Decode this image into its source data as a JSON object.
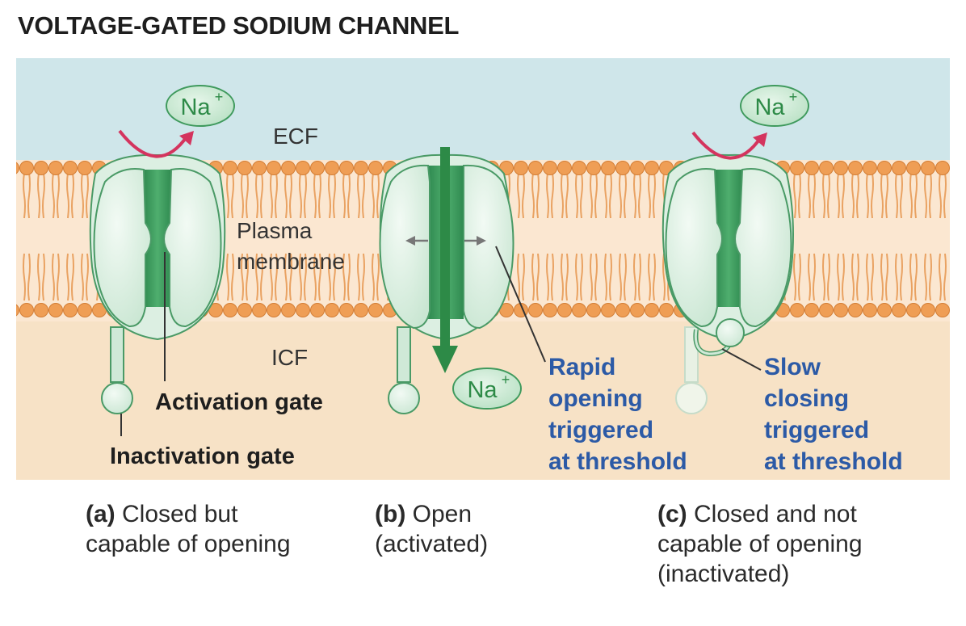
{
  "title": "VOLTAGE-GATED SODIUM CHANNEL",
  "regions": {
    "ecf": "ECF",
    "membrane_line1": "Plasma",
    "membrane_line2": "membrane",
    "icf": "ICF"
  },
  "ion": {
    "symbol": "Na",
    "charge": "+"
  },
  "labels": {
    "activation_gate": "Activation gate",
    "inactivation_gate": "Inactivation gate",
    "rapid": [
      "Rapid",
      "opening",
      "triggered",
      "at threshold"
    ],
    "slow": [
      "Slow",
      "closing",
      "triggered",
      "at threshold"
    ]
  },
  "captions": {
    "a": {
      "letter": "(a)",
      "line1": "Closed but",
      "line2": "capable of opening"
    },
    "b": {
      "letter": "(b)",
      "line1": "Open",
      "line2": "(activated)"
    },
    "c": {
      "letter": "(c)",
      "line1": "Closed and not",
      "line2": "capable of opening",
      "line3": "(inactivated)"
    }
  },
  "colors": {
    "ecf": "#cfe6ea",
    "icf": "#f7e2c6",
    "lipid": "#ef9e55",
    "channel_fill": "#dcefe2",
    "channel_dark": "#3e9a5c",
    "channel_outline": "#4a9a66",
    "arrow_red": "#d4345e",
    "arrow_green": "#2d8a47",
    "blue_text": "#2c5aa6"
  }
}
